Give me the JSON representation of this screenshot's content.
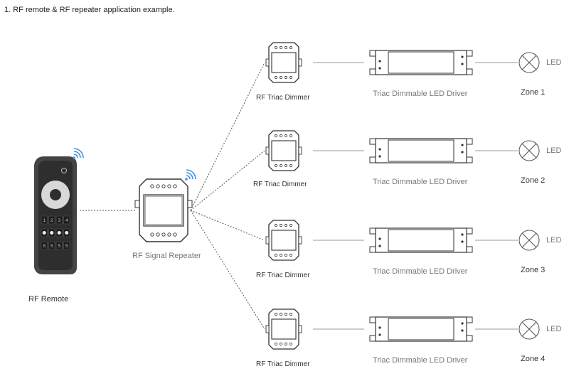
{
  "title": "1. RF remote & RF repeater application example.",
  "remote": {
    "label": "RF Remote",
    "keys": [
      [
        "1",
        "2",
        "3",
        "4"
      ],
      [
        "",
        "",
        "",
        ""
      ],
      [
        "S",
        "S",
        "S",
        "S"
      ]
    ]
  },
  "repeater": {
    "label": "RF Signal Repeater"
  },
  "zones": [
    {
      "dimmer": "RF Triac Dimmer",
      "driver": "Triac Dimmable LED Driver",
      "zone": "Zone 1",
      "led": "LED"
    },
    {
      "dimmer": "RF Triac Dimmer",
      "driver": "Triac Dimmable LED Driver",
      "zone": "Zone 2",
      "led": "LED"
    },
    {
      "dimmer": "RF Triac Dimmer",
      "driver": "Triac Dimmable LED Driver",
      "zone": "Zone 3",
      "led": "LED"
    },
    {
      "dimmer": "RF Triac Dimmer",
      "driver": "Triac Dimmable LED Driver",
      "zone": "Zone 4",
      "led": "LED"
    }
  ],
  "colors": {
    "wireless": "#4a90e2",
    "line": "#999999",
    "remote_body": "#333333"
  }
}
